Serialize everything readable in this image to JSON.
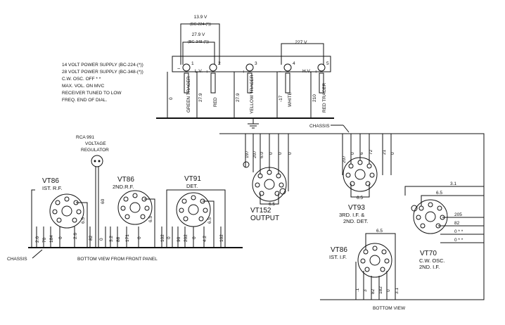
{
  "notes": {
    "line1": "14 VOLT POWER SUPPLY (BC-224-(*))",
    "line2": "28 VOLT POWER SUPPLY (BC-348-(*))",
    "line3": "C.W. OSC. OFF * *",
    "line4": "MAX. VOL. ON MVC",
    "line5": "RECEIVER TUNED TO LOW",
    "line6": "FREQ. END OF DIAL."
  },
  "supply": {
    "v139": "13.9 V",
    "v139_sub": "(BC-224-(*))",
    "v279": "27.9 V",
    "v279_sub": "(BC-348-(*))",
    "v227": "227 V",
    "lv": "L.V.",
    "hv": "H.V.",
    "terminals": [
      "1",
      "2",
      "3",
      "4",
      "5"
    ],
    "leads": [
      "0",
      "27.9",
      "27.9",
      "-17",
      "210"
    ],
    "tracers": [
      "GREEN TRACER",
      "RED",
      "YELLOW TRACER",
      "WHITE",
      "RED TRACER"
    ]
  },
  "chassis_label": "CHASSIS",
  "regulator": {
    "line1": "RCA 991",
    "line2": "VOLTAGE",
    "line3": "REGULATOR",
    "lead": "60"
  },
  "front": {
    "tubes": [
      {
        "name": "VT86",
        "role": "IST. R.F."
      },
      {
        "name": "VT86",
        "role": "2ND.R.F."
      },
      {
        "name": "VT91",
        "role": "DET."
      }
    ],
    "leads": [
      "2.6",
      "70",
      "184",
      "0",
      "2.6",
      "82",
      "0",
      "3.2",
      "88",
      "171",
      "0",
      "102",
      "0",
      "96",
      "202",
      "0",
      "4.2",
      "102"
    ],
    "side_values": [
      "6.5",
      "6.5",
      "6.5"
    ],
    "chassis": "CHASSIS",
    "caption": "BOTTOM VIEW FROM FRONT PANEL"
  },
  "rear": {
    "vt152": {
      "name": "VT152",
      "role": "OUTPUT"
    },
    "vt93": {
      "name": "VT93",
      "role1": "3RD. I.F. &",
      "role2": "2ND. DET."
    },
    "vt70": {
      "name": "VT70",
      "role1": "C.W. OSC.",
      "role2": "2ND. I.F."
    },
    "vt86": {
      "name": "VT86",
      "role": "IST. I.F."
    },
    "vt152_leads": [
      "197",
      "207",
      "6.0",
      "0",
      "0",
      "0"
    ],
    "vt93_leads": [
      "207",
      "0",
      "6",
      "72",
      "21",
      "0"
    ],
    "vt70_values": [
      "3.1",
      "6.5",
      "205",
      "82",
      "0 * *",
      "0 * *"
    ],
    "vt86_leads": [
      ".1",
      "3",
      "82",
      "182",
      "0",
      "3.1"
    ],
    "vt93_bottom": "6.5",
    "vt152_bottom": "6.5",
    "vt86_top": "6.5",
    "caption": "BOTTOM VIEW"
  }
}
